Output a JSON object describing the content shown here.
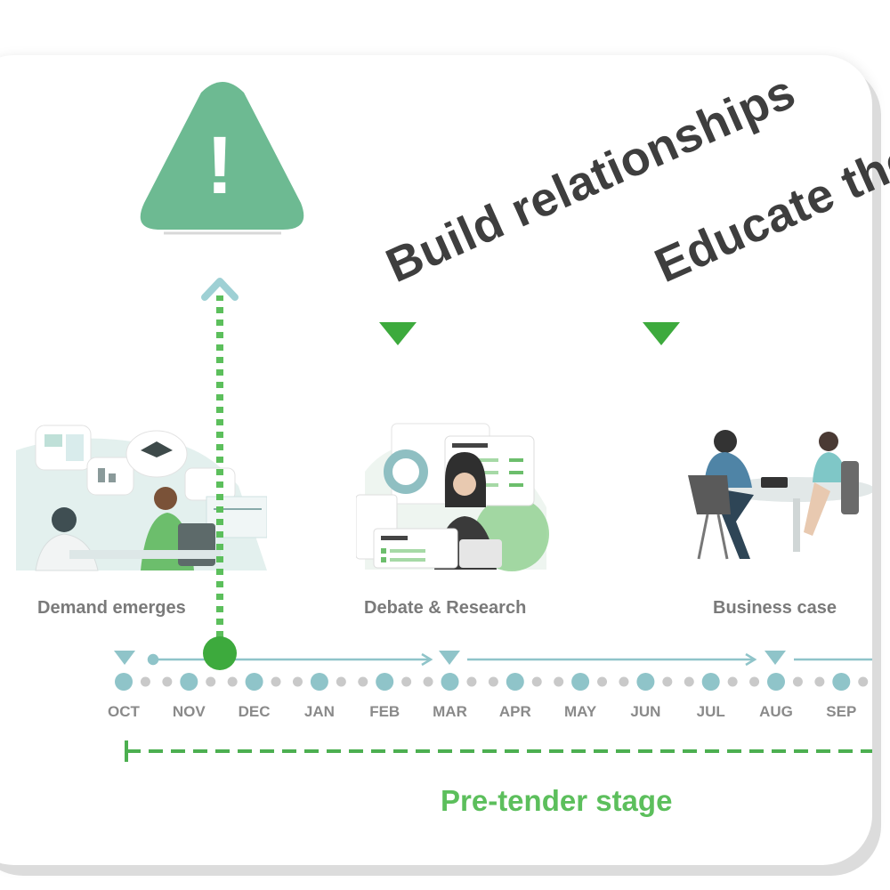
{
  "alert": {
    "symbol": "!",
    "icon": "warning-triangle-icon",
    "color": "#6dba92"
  },
  "headlines": [
    {
      "text": "Build relationships"
    },
    {
      "text": "Educate the"
    }
  ],
  "stages": [
    {
      "label": "Demand emerges"
    },
    {
      "label": "Debate & Research"
    },
    {
      "label": "Business case"
    }
  ],
  "timeline": {
    "months": [
      "OCT",
      "NOV",
      "DEC",
      "JAN",
      "FEB",
      "MAR",
      "APR",
      "MAY",
      "JUN",
      "JUL",
      "AUG",
      "SEP"
    ]
  },
  "phase": {
    "label": "Pre-tender stage",
    "color": "#5cbf5c"
  },
  "colors": {
    "accent_green": "#3daa3d",
    "teal": "#8fc4c9",
    "dot_gray": "#c9c9c9",
    "text_dark": "#3e3e3e"
  }
}
